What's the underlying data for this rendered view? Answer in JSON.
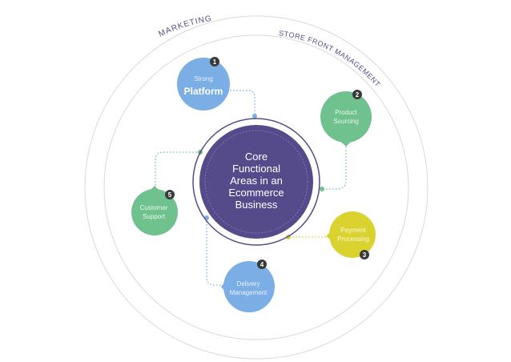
{
  "arc_labels": {
    "outer": "MARKETING",
    "inner": "STORE FRONT MANAGEMENT"
  },
  "center": {
    "lines": [
      "Core",
      "Functional",
      "Areas in an",
      "Ecommerce",
      "Business"
    ]
  },
  "nodes": [
    {
      "id": "platform",
      "number": "1",
      "lines": [
        "Strong",
        "Platform"
      ],
      "emphasis": true,
      "color": "#7aaee4"
    },
    {
      "id": "product",
      "number": "2",
      "lines": [
        "Product",
        "Sourcing"
      ],
      "emphasis": false,
      "color": "#6fc18d"
    },
    {
      "id": "payment",
      "number": "3",
      "lines": [
        "Payment",
        "Processing"
      ],
      "emphasis": false,
      "color": "#d9d22f"
    },
    {
      "id": "delivery",
      "number": "4",
      "lines": [
        "Delivery",
        "Management"
      ],
      "emphasis": false,
      "color": "#7aaee4"
    },
    {
      "id": "customer",
      "number": "5",
      "lines": [
        "Customer",
        "Support"
      ],
      "emphasis": false,
      "color": "#6fc18d"
    }
  ],
  "colors": {
    "center_fill": "#564b8a",
    "ring_stroke": "#d8d8e0",
    "arc_text": "#564b8a",
    "badge_fill": "#3a3a3a"
  }
}
